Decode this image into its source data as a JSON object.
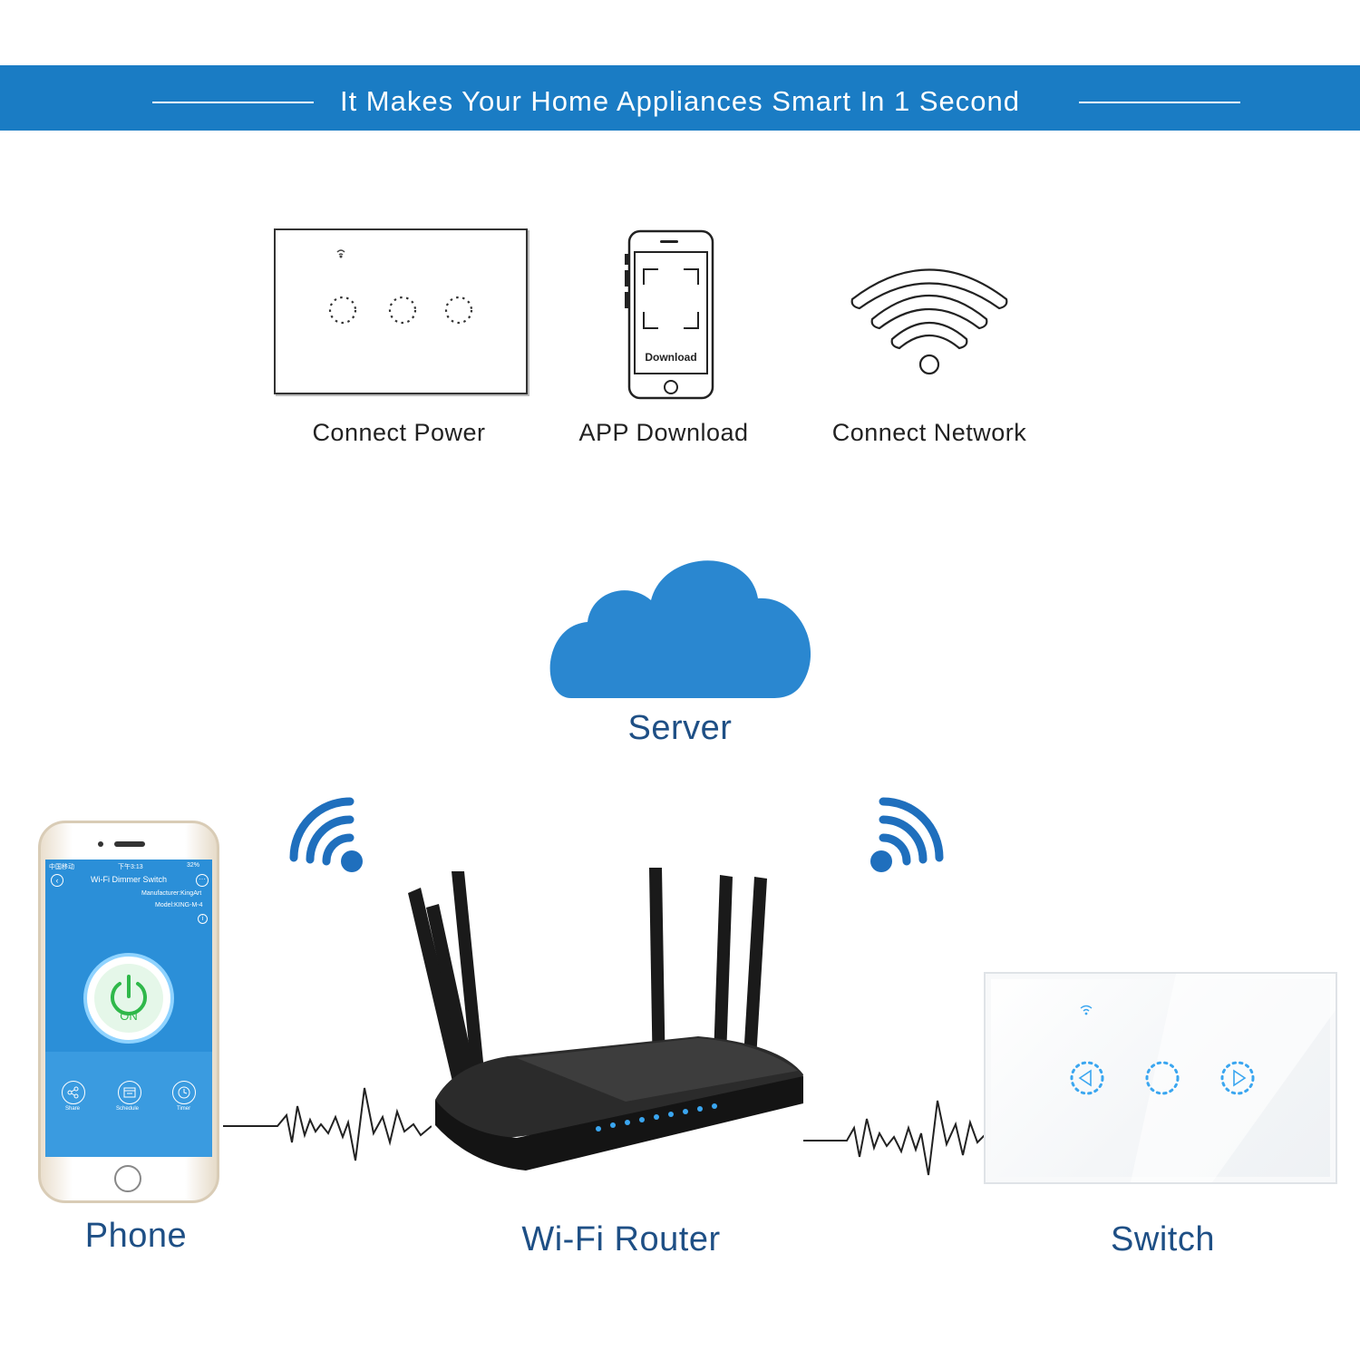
{
  "banner": {
    "title": "It Makes Your Home Appliances Smart In 1 Second",
    "color": "#1a7cc4"
  },
  "steps": [
    {
      "label": "Connect Power",
      "icon": "touch-switch-icon"
    },
    {
      "label": "APP Download",
      "icon": "smartphone-icon",
      "screen_text": "Download"
    },
    {
      "label": "Connect Network",
      "icon": "wifi-icon"
    }
  ],
  "server": {
    "label": "Server",
    "icon": "cloud-icon",
    "color": "#2a87d0"
  },
  "phone": {
    "label": "Phone",
    "app": {
      "title": "Wi-Fi Dimmer Switch",
      "manufacturer": "Manufacturer:KingArt",
      "model": "Model:KING-M-4",
      "status_carrier": "中国移动",
      "status_time": "下午3:13",
      "status_battery": "32%",
      "power_state": "ON",
      "tabs": [
        "Share",
        "Schedule",
        "Timer"
      ]
    }
  },
  "router": {
    "label": "Wi-Fi Router",
    "icon": "router-icon"
  },
  "switch": {
    "label": "Switch",
    "icon": "dimmer-switch-icon"
  },
  "colors": {
    "label_blue": "#1e4f85",
    "accent": "#1a7cc4",
    "led": "#3aa6f0",
    "on_green": "#2fb84a"
  }
}
